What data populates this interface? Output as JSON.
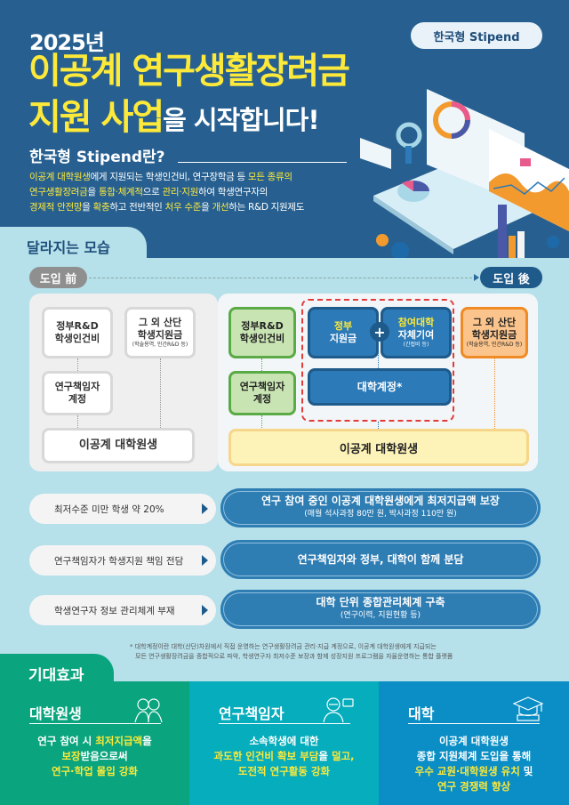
{
  "header": {
    "year": "2025년",
    "title_line1": "이공계 연구생활장려금",
    "title_line2_strong": "지원 사업",
    "title_line2_rest": "을 시작합니다!",
    "badge": "한국형 Stipend"
  },
  "intro": {
    "heading": "한국형 Stipend란?",
    "lines": [
      [
        {
          "t": "이공계 대학원생",
          "y": true
        },
        {
          "t": "에게 지원되는 학생인건비, 연구장학금 등 ",
          "y": false
        },
        {
          "t": "모든 종류의",
          "y": true
        }
      ],
      [
        {
          "t": "연구생활장려금",
          "y": true
        },
        {
          "t": "을 ",
          "y": false
        },
        {
          "t": "통합·체계적",
          "y": true
        },
        {
          "t": "으로 ",
          "y": false
        },
        {
          "t": "관리·지원",
          "y": true
        },
        {
          "t": "하여 학생연구자의",
          "y": false
        }
      ],
      [
        {
          "t": "경제적 안전망",
          "y": true
        },
        {
          "t": "을 ",
          "y": false
        },
        {
          "t": "확충",
          "y": true
        },
        {
          "t": "하고 전반적인 ",
          "y": false
        },
        {
          "t": "처우 수준",
          "y": true
        },
        {
          "t": "을 ",
          "y": false
        },
        {
          "t": "개선",
          "y": true
        },
        {
          "t": "하는 R&D 지원제도",
          "y": false
        }
      ]
    ]
  },
  "changes": {
    "tab": "달라지는 모습",
    "before_label": "도입 前",
    "after_label": "도입 後",
    "before": {
      "box1_l1": "정부R&D",
      "box1_l2": "학생인건비",
      "box2_l1": "그 외 산단",
      "box2_l2": "학생지원금",
      "box2_sm": "(학술용역, 민간R&D 등)",
      "box3_l1": "연구책임자",
      "box3_l2": "계정",
      "target": "이공계 대학원생"
    },
    "after": {
      "green1_l1": "정부R&D",
      "green1_l2": "학생인건비",
      "green2_l1": "연구책임자",
      "green2_l2": "계정",
      "blue1_y": "정부",
      "blue1_l2": "지원금",
      "plus": "+",
      "blue2_y": "참여대학",
      "blue2_l2": "자체기여",
      "blue2_sm": "(간접비 등)",
      "univ_account": "대학계정*",
      "orange_l1": "그 외 산단",
      "orange_l2": "학생지원금",
      "orange_sm": "(학술용역, 민간R&D 등)",
      "target": "이공계 대학원생"
    },
    "rows": [
      {
        "problem": "최저수준 미만 학생 약 20%",
        "solution": "연구 참여 중인 이공계 대학원생에게 최저지급액 보장",
        "detail": "(매월 석사과정 80만 원, 박사과정 110만 원)"
      },
      {
        "problem": "연구책임자가  학생지원 책임 전담",
        "solution": "연구책임자와 정부, 대학이 함께 분담",
        "detail": ""
      },
      {
        "problem": "학생연구자  정보 관리체계 부재",
        "solution": "대학 단위 종합관리체계 구축",
        "detail": "(연구이력, 지원현황 등)"
      }
    ],
    "footnote_l1": "* 대학계정이란 대학(산단)차원에서 직접 운영하는 연구생활장려금 관리·지급 계정으로, 이공계 대학원생에게 지급되는",
    "footnote_l2": "모든 연구생활장려금을 종합적으로 파악, 학생연구자 최저수준 보장과 함께 성장지원 프로그램을 자율운영하는 통합 플랫폼"
  },
  "effects": {
    "tab": "기대효과",
    "cards": [
      {
        "title": "대학원생",
        "icon": "students-icon",
        "lines": [
          [
            {
              "t": "연구 참여 시 ",
              "y": false
            },
            {
              "t": "최저지급액",
              "y": true
            },
            {
              "t": "을",
              "y": false
            }
          ],
          [
            {
              "t": "보장",
              "y": true
            },
            {
              "t": "받음으로써",
              "y": false
            }
          ],
          [
            {
              "t": "연구·학업 몰입 강화",
              "y": true
            }
          ]
        ]
      },
      {
        "title": "연구책임자",
        "icon": "professor-icon",
        "lines": [
          [
            {
              "t": "소속학생에 대한",
              "y": false
            }
          ],
          [
            {
              "t": "과도한 인건비 확보 부담",
              "y": true
            },
            {
              "t": "을 ",
              "y": false
            },
            {
              "t": "덜고,",
              "y": true
            }
          ],
          [
            {
              "t": "도전적 연구활동 강화",
              "y": true
            }
          ]
        ]
      },
      {
        "title": "대학",
        "icon": "university-icon",
        "lines": [
          [
            {
              "t": "이공계 대학원생",
              "y": false
            }
          ],
          [
            {
              "t": "종합 지원체계 도입을 통해",
              "y": false
            }
          ],
          [
            {
              "t": "우수 교원·대학원생 유치",
              "y": true
            },
            {
              "t": " 및",
              "y": false
            }
          ],
          [
            {
              "t": "연구 경쟁력 향상",
              "y": true
            }
          ]
        ]
      }
    ]
  },
  "colors": {
    "navy": "#276090",
    "yellow": "#fde93a",
    "green": "#0aa57e",
    "teal": "#06adbc",
    "blue": "#0a8ec5"
  }
}
